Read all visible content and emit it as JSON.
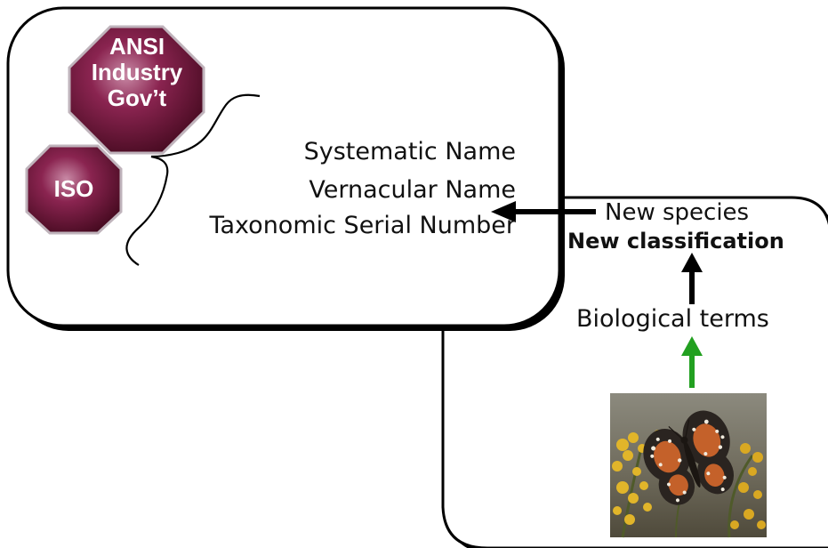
{
  "badges": {
    "ansi": {
      "lines": [
        "ANSI",
        "Industry",
        "Gov’t"
      ]
    },
    "iso": {
      "label": "ISO"
    }
  },
  "names_panel": {
    "systematic": "Systematic Name",
    "vernacular": "Vernacular Name",
    "tsn": "Taxonomic Serial Number"
  },
  "input_panel": {
    "new_species": "New species",
    "new_classification": "New classification",
    "biological_terms": "Biological terms"
  },
  "photo": {
    "subject": "butterfly on yellow flowers"
  },
  "colors": {
    "badge_fill": "#6e1030",
    "badge_border": "#bfb3bb",
    "green_arrow": "#22a020",
    "black": "#000000"
  }
}
